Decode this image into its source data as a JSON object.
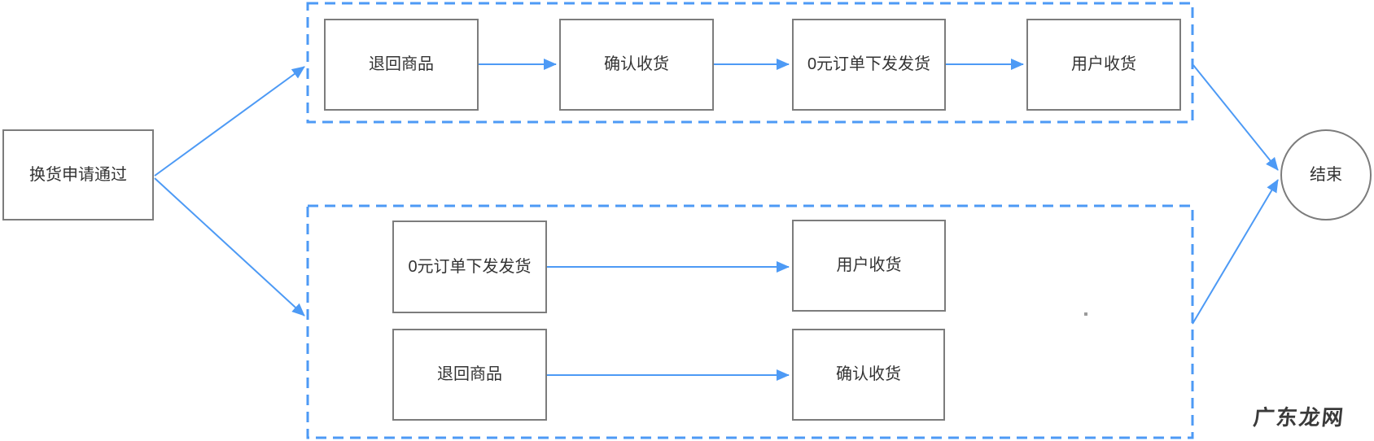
{
  "diagram": {
    "title": "exchange-goods-approved-flow",
    "start_node": {
      "label": "换货申请通过"
    },
    "top_branch": {
      "steps": [
        {
          "label": "退回商品"
        },
        {
          "label": "确认收货"
        },
        {
          "label": "0元订单下发发货"
        },
        {
          "label": "用户收货"
        }
      ]
    },
    "bottom_branch": {
      "rows": [
        {
          "from": {
            "label": "0元订单下发发货"
          },
          "to": {
            "label": "用户收货"
          }
        },
        {
          "from": {
            "label": "退回商品"
          },
          "to": {
            "label": "确认收货"
          }
        }
      ]
    },
    "end_node": {
      "label": "结束"
    },
    "watermark": {
      "text": "广东龙网"
    },
    "colors": {
      "accent_blue": "#4D9AF5",
      "box_border_gray": "#7C7C7C",
      "text_dark": "#333333",
      "watermark_gray": "#3A3A3A"
    }
  }
}
